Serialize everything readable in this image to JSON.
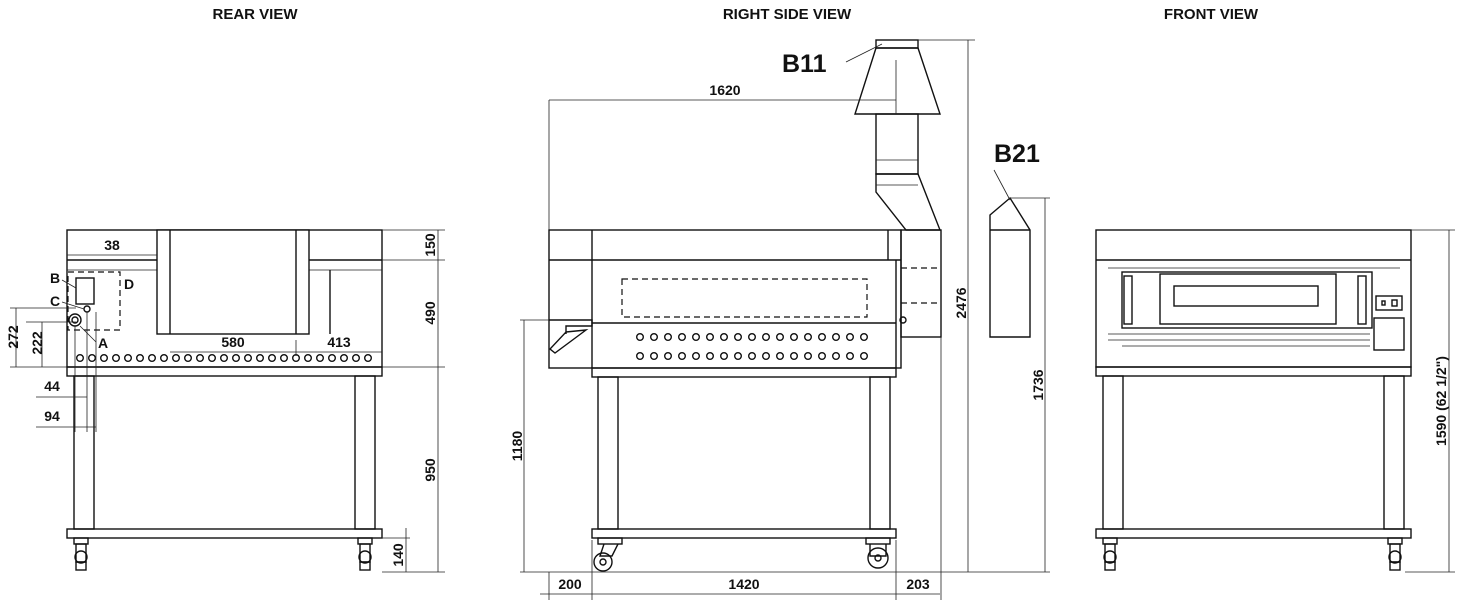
{
  "views": {
    "rear": {
      "title": "REAR VIEW",
      "dims": {
        "d38": "38",
        "d580": "580",
        "d413": "413",
        "d150": "150",
        "d490": "490",
        "d950": "950",
        "d140": "140",
        "d272": "272",
        "d222": "222",
        "d44": "44",
        "d94": "94"
      },
      "labels": {
        "a": "A",
        "b": "B",
        "c": "C",
        "d": "D"
      }
    },
    "side": {
      "title": "RIGHT SIDE VIEW",
      "dims": {
        "d1620": "1620",
        "d1180": "1180",
        "d200": "200",
        "d1420": "1420",
        "d203": "203",
        "d2476": "2476",
        "d1736": "1736"
      },
      "labels": {
        "b11": "B11",
        "b21": "B21"
      }
    },
    "front": {
      "title": "FRONT VIEW",
      "dims": {
        "d1590": "1590 (62 1/2\")"
      }
    }
  }
}
